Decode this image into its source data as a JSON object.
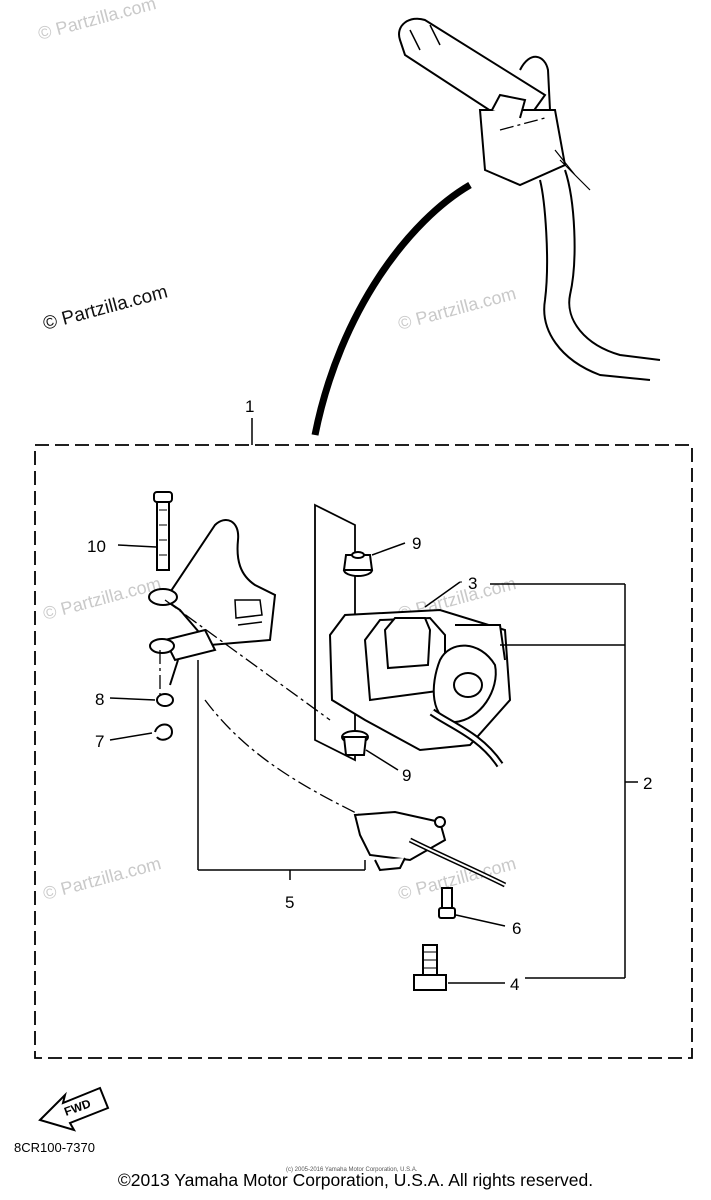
{
  "watermark": "© Partzilla.com",
  "callouts": {
    "c1": "1",
    "c2": "2",
    "c3": "3",
    "c4": "4",
    "c5": "5",
    "c6": "6",
    "c7": "7",
    "c8": "8",
    "c9a": "9",
    "c9b": "9",
    "c10": "10"
  },
  "fwd_label": "FWD",
  "part_code": "8CR100-7370",
  "small_print": "(c) 2005-2016 Yamaha Motor Corporation, U.S.A.",
  "copyright": "©2013 Yamaha Motor Corporation, U.S.A. All rights reserved."
}
